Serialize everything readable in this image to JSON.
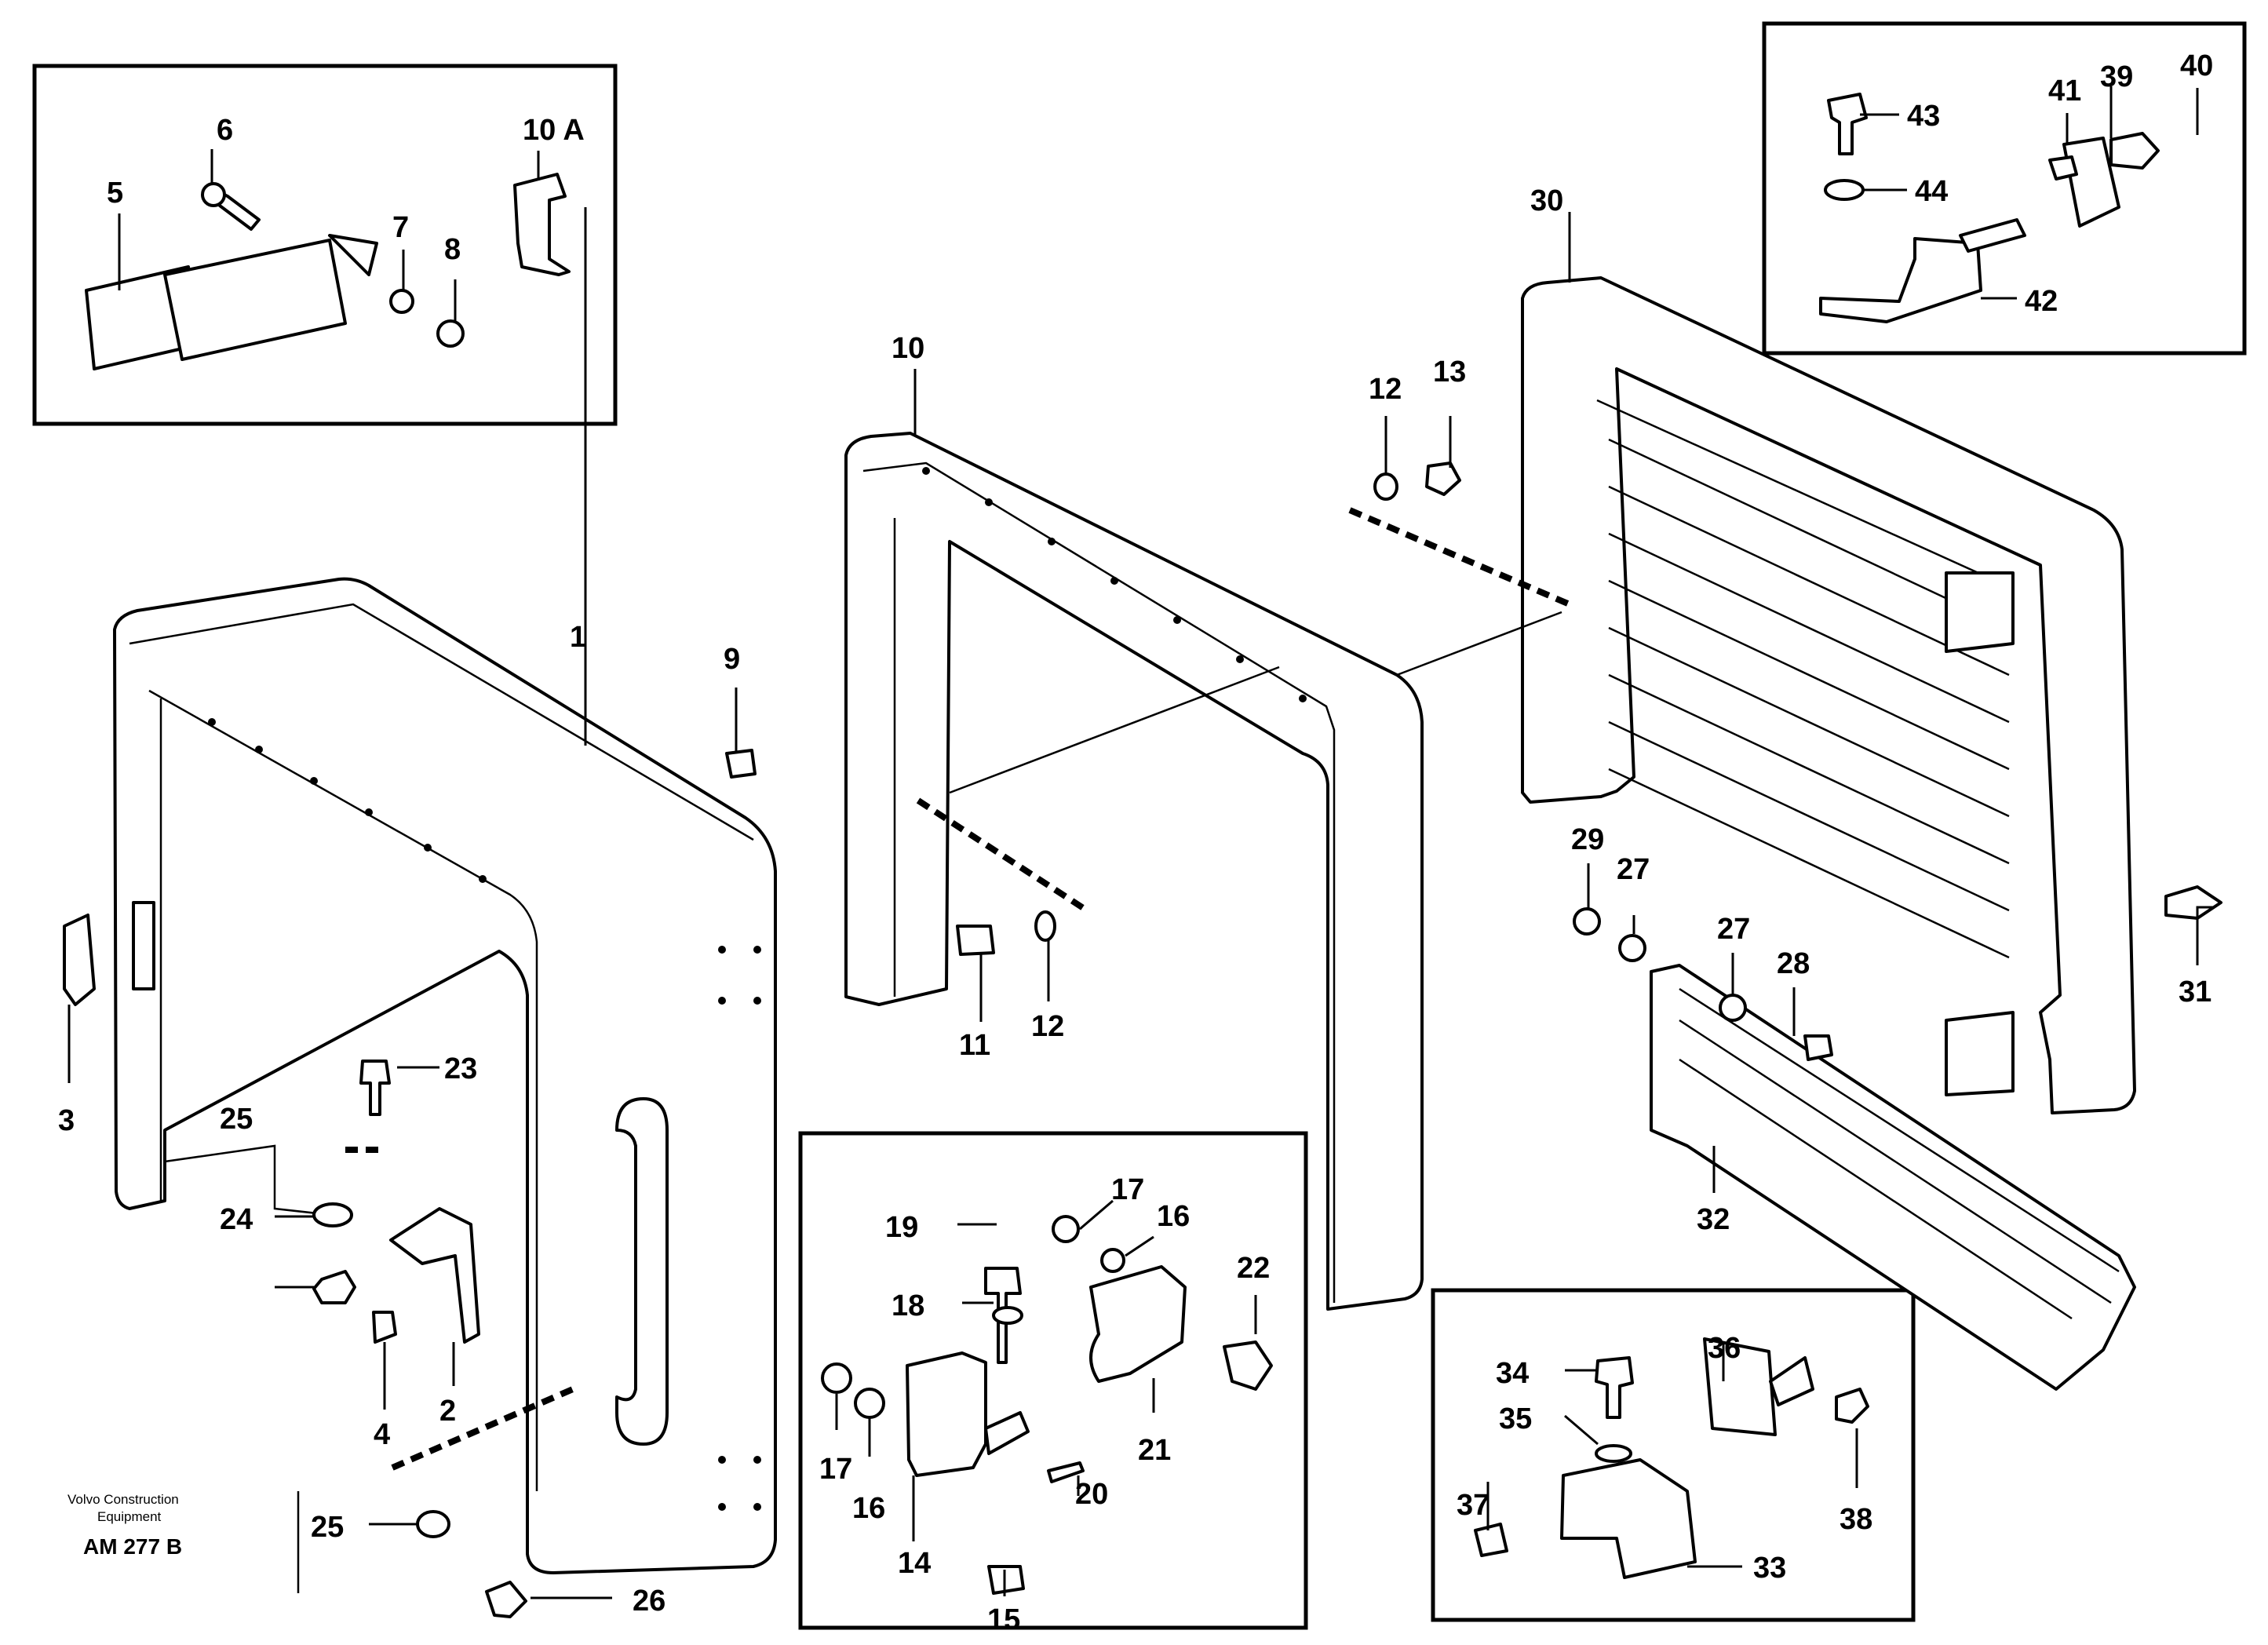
{
  "footer": {
    "maker_line1": "Volvo Construction",
    "maker_line2": "Equipment",
    "drawing_ref": "AM 277 B"
  },
  "callouts": {
    "c1": "1",
    "c2": "2",
    "c3": "3",
    "c4": "4",
    "c5": "5",
    "c6": "6",
    "c7": "7",
    "c8": "8",
    "c9": "9",
    "c10": "10",
    "c10a": "10 A",
    "c11": "11",
    "c12a": "12",
    "c12b": "12",
    "c13": "13",
    "c14": "14",
    "c15": "15",
    "c16a": "16",
    "c16b": "16",
    "c17a": "17",
    "c17b": "17",
    "c18": "18",
    "c19": "19",
    "c20": "20",
    "c21": "21",
    "c22": "22",
    "c23": "23",
    "c24": "24",
    "c25a": "25",
    "c25b": "25",
    "c26": "26",
    "c27a": "27",
    "c27b": "27",
    "c28": "28",
    "c29": "29",
    "c30": "30",
    "c31": "31",
    "c32": "32",
    "c33": "33",
    "c34": "34",
    "c35": "35",
    "c36": "36",
    "c37": "37",
    "c38": "38",
    "c39": "39",
    "c40": "40",
    "c41": "41",
    "c42": "42",
    "c43": "43",
    "c44": "44"
  }
}
